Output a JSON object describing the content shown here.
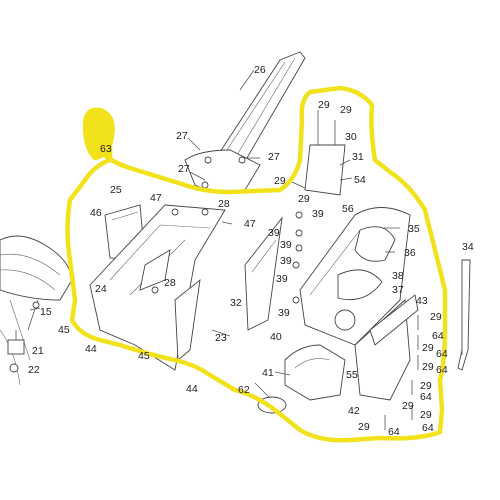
{
  "highlight_color": "#f2e21c",
  "callouts": [
    {
      "id": "c63",
      "text": "63"
    },
    {
      "id": "c26",
      "text": "26"
    },
    {
      "id": "c27a",
      "text": "27"
    },
    {
      "id": "c27b",
      "text": "27"
    },
    {
      "id": "c27c",
      "text": "27"
    },
    {
      "id": "c29a",
      "text": "29"
    },
    {
      "id": "c29b",
      "text": "29"
    },
    {
      "id": "c30",
      "text": "30"
    },
    {
      "id": "c31",
      "text": "31"
    },
    {
      "id": "c29c",
      "text": "29"
    },
    {
      "id": "c29d",
      "text": "29"
    },
    {
      "id": "c54",
      "text": "54"
    },
    {
      "id": "c25",
      "text": "25"
    },
    {
      "id": "c47a",
      "text": "47"
    },
    {
      "id": "c28a",
      "text": "28"
    },
    {
      "id": "c47b",
      "text": "47"
    },
    {
      "id": "c46",
      "text": "46"
    },
    {
      "id": "c39a",
      "text": "39"
    },
    {
      "id": "c39b",
      "text": "39"
    },
    {
      "id": "c39c",
      "text": "39"
    },
    {
      "id": "c39d",
      "text": "39"
    },
    {
      "id": "c39e",
      "text": "39"
    },
    {
      "id": "c39f",
      "text": "39"
    },
    {
      "id": "c56",
      "text": "56"
    },
    {
      "id": "c35",
      "text": "35"
    },
    {
      "id": "c36",
      "text": "36"
    },
    {
      "id": "c34",
      "text": "34"
    },
    {
      "id": "c38",
      "text": "38"
    },
    {
      "id": "c37",
      "text": "37"
    },
    {
      "id": "c24",
      "text": "24"
    },
    {
      "id": "c28b",
      "text": "28"
    },
    {
      "id": "c32",
      "text": "32"
    },
    {
      "id": "c43",
      "text": "43"
    },
    {
      "id": "c15",
      "text": "15"
    },
    {
      "id": "c45a",
      "text": "45"
    },
    {
      "id": "c44a",
      "text": "44"
    },
    {
      "id": "c23",
      "text": "23"
    },
    {
      "id": "c29e",
      "text": "29"
    },
    {
      "id": "c64a",
      "text": "64"
    },
    {
      "id": "c21",
      "text": "21"
    },
    {
      "id": "c45b",
      "text": "45"
    },
    {
      "id": "c40",
      "text": "40"
    },
    {
      "id": "c29f",
      "text": "29"
    },
    {
      "id": "c64b",
      "text": "64"
    },
    {
      "id": "c22",
      "text": "22"
    },
    {
      "id": "c55",
      "text": "55"
    },
    {
      "id": "c29g",
      "text": "29"
    },
    {
      "id": "c64c",
      "text": "64"
    },
    {
      "id": "c41",
      "text": "41"
    },
    {
      "id": "c44b",
      "text": "44"
    },
    {
      "id": "c62",
      "text": "62"
    },
    {
      "id": "c29h",
      "text": "29"
    },
    {
      "id": "c64d",
      "text": "64"
    },
    {
      "id": "c42",
      "text": "42"
    },
    {
      "id": "c29i",
      "text": "29"
    },
    {
      "id": "c29j",
      "text": "29"
    },
    {
      "id": "c64e",
      "text": "64"
    },
    {
      "id": "c29k",
      "text": "29"
    },
    {
      "id": "c64f",
      "text": "64"
    }
  ]
}
